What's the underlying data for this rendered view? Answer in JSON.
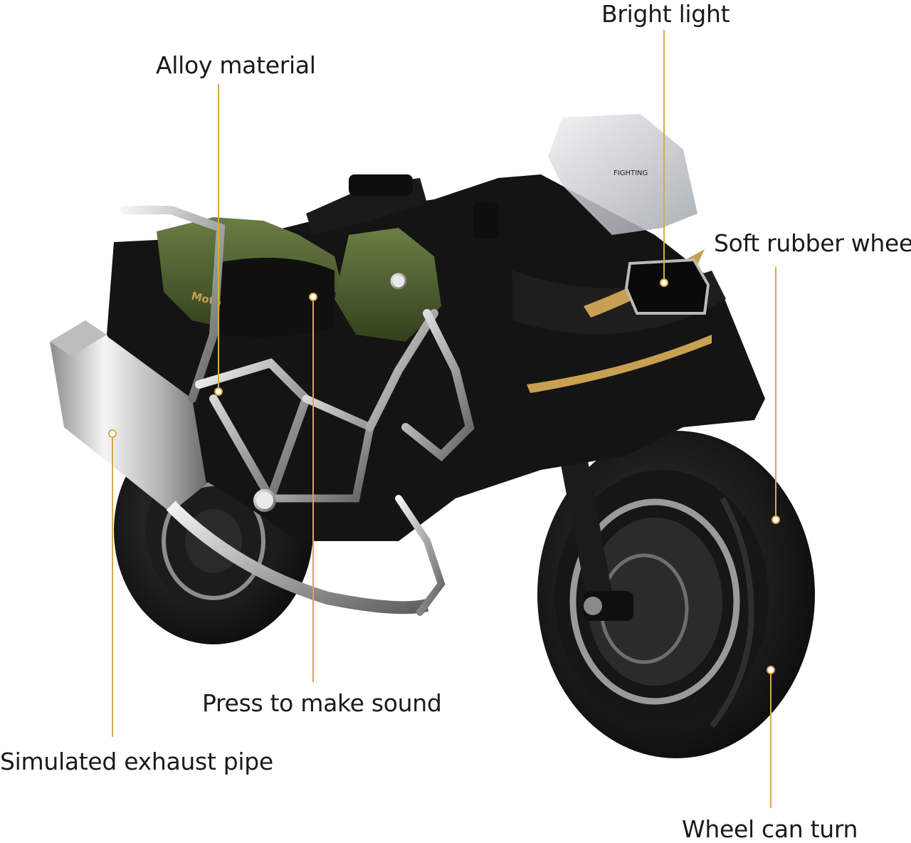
{
  "labels": {
    "bright_light": "Bright light",
    "alloy_material": "Alloy material",
    "soft_rubber_wheel": "Soft rubber wheel",
    "press_to_make_sound": "Press to make sound",
    "simulated_exhaust_pipe": "Simulated exhaust pipe",
    "wheel_can_turn": "Wheel can turn"
  },
  "colors": {
    "leader_line": "#d9a84a",
    "body": "#141414",
    "tank_green": "#4b5c2d",
    "chrome": "#c8c8c8",
    "gold_stripe": "#c9a052"
  },
  "product_graphics": {
    "tank_text": "Moto",
    "windshield_text": "FIGHTING"
  }
}
